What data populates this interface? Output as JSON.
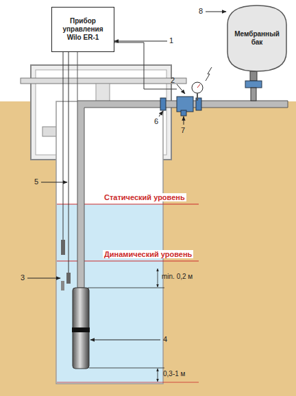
{
  "diagram": {
    "nodes": [
      {
        "text": [
          "Прибор управления Wilo ER-1"
        ]
      },
      {
        "text": [
          "Мембранный бак"
        ]
      }
    ],
    "labels": [
      "1",
      "8",
      "2",
      "6",
      "7",
      "5",
      "Статический уровень",
      "3",
      "Динамический уровень",
      "min. 0,2 м",
      "4",
      "0,3-1 м"
    ]
  }
}
